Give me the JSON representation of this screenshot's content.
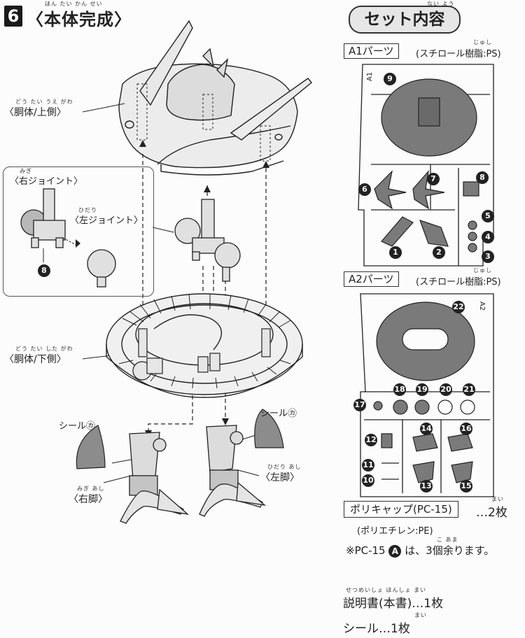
{
  "step": {
    "number": "6",
    "title": "〈本体完成〉",
    "title_furigana": "ほん たい かん せい"
  },
  "diagram_labels": {
    "upper_body": "〈胴体/上側〉",
    "upper_body_furigana": "どう たい うえ がわ",
    "right_joint": "〈右ジョイント〉",
    "right_joint_furigana": "みぎ",
    "left_joint": "〈左ジョイント〉",
    "left_joint_furigana": "ひだり",
    "lower_body": "〈胴体/下側〉",
    "lower_body_furigana": "どう たい した がわ",
    "seal_left": "シール㋕",
    "seal_right": "シール㋕",
    "right_leg": "〈右脚〉",
    "right_leg_furigana": "みぎ あし",
    "left_leg": "〈左脚〉",
    "left_leg_furigana": "ひだり あし",
    "inset_part_number": "8"
  },
  "contents": {
    "title": "セット内容",
    "title_furigana": "ない よう",
    "runner_a1": {
      "label": "A1パーツ",
      "material": "(スチロール樹脂:PS)",
      "material_furigana": "じゅし",
      "id": "A1"
    },
    "runner_a2": {
      "label": "A2パーツ",
      "material": "(スチロール樹脂:PS)",
      "material_furigana": "じゅし",
      "id": "A2"
    },
    "a1_parts": [
      "9",
      "6",
      "7",
      "8",
      "5",
      "4",
      "3",
      "1",
      "2"
    ],
    "a2_parts": [
      "22",
      "18",
      "19",
      "20",
      "21",
      "17",
      "14",
      "16",
      "12",
      "11",
      "10",
      "13",
      "15"
    ],
    "polycap": {
      "label": "ポリキャップ(PC-15)",
      "count": "…2枚",
      "count_furigana": "まい",
      "material": "(ポリエチレン:PE)"
    },
    "note": {
      "prefix": "※PC-15",
      "circle": "A",
      "suffix": "は、3個余ります。",
      "furigana": "こ あま"
    },
    "manual": {
      "text": "説明書(本書)…1枚",
      "furigana": "せつめいしょ   ほんしょ        まい"
    },
    "seal": {
      "text": "シール…1枚",
      "furigana": "まい"
    }
  }
}
